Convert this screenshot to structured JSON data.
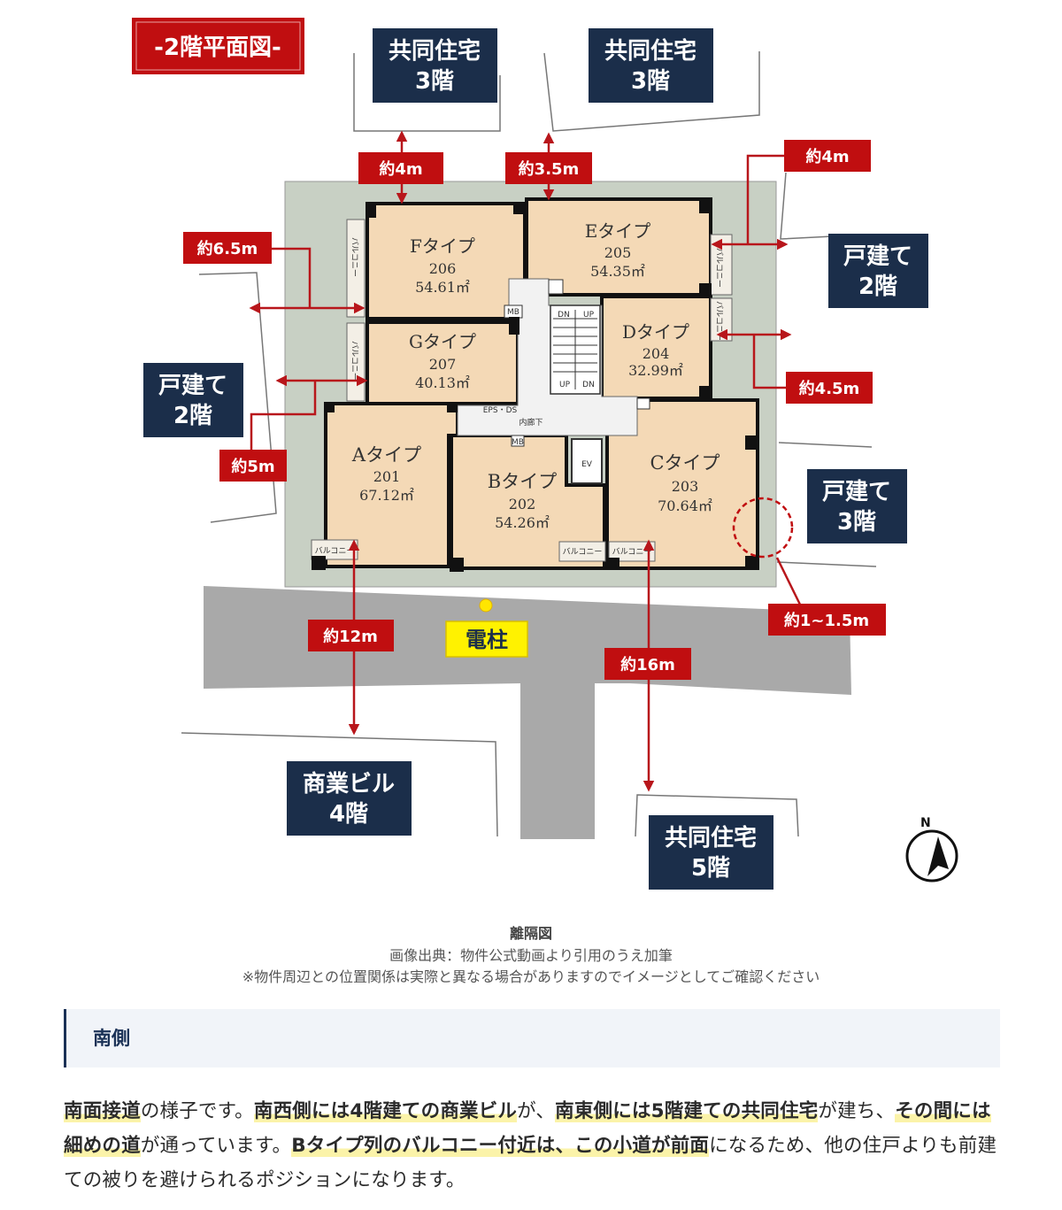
{
  "floor_label": "-2階平面図-",
  "neighbors": {
    "top_left": [
      "共同住宅",
      "3階"
    ],
    "top_mid": [
      "共同住宅",
      "3階"
    ],
    "right_top": [
      "戸建て",
      "2階"
    ],
    "left": [
      "戸建て",
      "2階"
    ],
    "right_mid": [
      "戸建て",
      "3階"
    ],
    "bottom_left": [
      "商業ビル",
      "4階"
    ],
    "bottom_right": [
      "共同住宅",
      "5階"
    ]
  },
  "distances": {
    "top_f": "約4m",
    "top_e": "約3.5m",
    "right_top": "約4m",
    "left_top": "約6.5m",
    "right_d": "約4.5m",
    "left_bottom": "約5m",
    "south_c": "約1~1.5m",
    "south_a": "約12m",
    "south_c_long": "約16m"
  },
  "pole_label": "電柱",
  "units": [
    {
      "type": "Fタイプ",
      "no": "206",
      "area": "54.61㎡"
    },
    {
      "type": "Eタイプ",
      "no": "205",
      "area": "54.35㎡"
    },
    {
      "type": "Gタイプ",
      "no": "207",
      "area": "40.13㎡"
    },
    {
      "type": "Dタイプ",
      "no": "204",
      "area": "32.99㎡"
    },
    {
      "type": "Aタイプ",
      "no": "201",
      "area": "67.12㎡"
    },
    {
      "type": "Bタイプ",
      "no": "202",
      "area": "54.26㎡"
    },
    {
      "type": "Cタイプ",
      "no": "203",
      "area": "70.64㎡"
    }
  ],
  "small_labels": {
    "balcony": "バルコニー",
    "corridor": "内廊下",
    "mb": "MB",
    "ev": "EV",
    "up": "UP",
    "dn": "DN",
    "eps": "EPS・DS"
  },
  "north_label": "N",
  "caption": {
    "title": "離隔図",
    "source": "画像出典：物件公式動画より引用のうえ加筆",
    "note": "※物件周辺との位置関係は実際と異なる場合がありますのでイメージとしてご確認ください"
  },
  "section_heading": "南側",
  "body": {
    "s1": "南面接道",
    "s2": "の様子です。",
    "s3": "南西側には4階建ての商業ビル",
    "s4": "が、",
    "s5": "南東側には5階建ての共同住宅",
    "s6": "が建ち、",
    "s7": "その間には細めの道",
    "s8": "が通っています。",
    "s9": "Bタイプ列のバルコニー付近は、この小道が前面",
    "s10": "になるため、他の住戸よりも前建ての被りを避けられるポジションになります。"
  },
  "colors": {
    "navy": "#1b2e4a",
    "red": "#c00e10",
    "room": "#f4d9b6",
    "road": "#a9a9a9",
    "pole_label_bg": "#fff200"
  }
}
